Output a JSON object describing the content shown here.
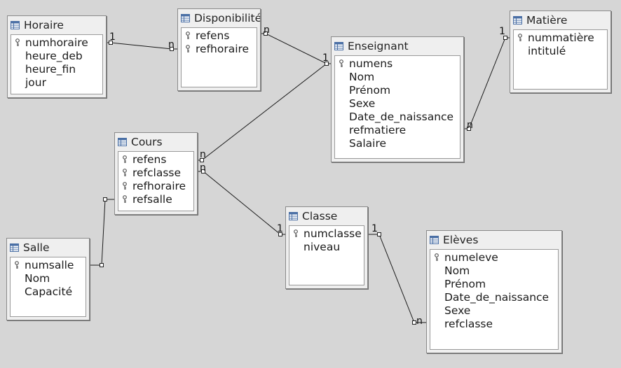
{
  "tables": [
    {
      "id": "horaire",
      "title": "Horaire",
      "fields": [
        {
          "name": "numhoraire",
          "key": true
        },
        {
          "name": "heure_deb",
          "key": false
        },
        {
          "name": "heure_fin",
          "key": false
        },
        {
          "name": "jour",
          "key": false
        }
      ]
    },
    {
      "id": "disponibilite",
      "title": "Disponibilité",
      "fields": [
        {
          "name": "refens",
          "key": true
        },
        {
          "name": "refhoraire",
          "key": true
        }
      ]
    },
    {
      "id": "enseignant",
      "title": "Enseignant",
      "fields": [
        {
          "name": "numens",
          "key": true
        },
        {
          "name": "Nom",
          "key": false
        },
        {
          "name": "Prénom",
          "key": false
        },
        {
          "name": "Sexe",
          "key": false
        },
        {
          "name": "Date_de_naissance",
          "key": false
        },
        {
          "name": "refmatiere",
          "key": false
        },
        {
          "name": "Salaire",
          "key": false
        }
      ]
    },
    {
      "id": "matiere",
      "title": "Matière",
      "fields": [
        {
          "name": "nummatière",
          "key": true
        },
        {
          "name": "intitulé",
          "key": false
        }
      ]
    },
    {
      "id": "cours",
      "title": "Cours",
      "fields": [
        {
          "name": "refens",
          "key": true
        },
        {
          "name": "refclasse",
          "key": true
        },
        {
          "name": "refhoraire",
          "key": true
        },
        {
          "name": "refsalle",
          "key": true
        }
      ]
    },
    {
      "id": "salle",
      "title": "Salle",
      "fields": [
        {
          "name": "numsalle",
          "key": true
        },
        {
          "name": "Nom",
          "key": false
        },
        {
          "name": "Capacité",
          "key": false
        }
      ]
    },
    {
      "id": "classe",
      "title": "Classe",
      "fields": [
        {
          "name": "numclasse",
          "key": true
        },
        {
          "name": "niveau",
          "key": false
        }
      ]
    },
    {
      "id": "eleves",
      "title": "Elèves",
      "fields": [
        {
          "name": "numeleve",
          "key": true
        },
        {
          "name": "Nom",
          "key": false
        },
        {
          "name": "Prénom",
          "key": false
        },
        {
          "name": "Date_de_naissance",
          "key": false
        },
        {
          "name": "Sexe",
          "key": false
        },
        {
          "name": "refclasse",
          "key": false
        }
      ]
    }
  ],
  "relations": [
    {
      "from": "horaire",
      "to": "disponibilite",
      "from_card": "1",
      "to_card": "n"
    },
    {
      "from": "enseignant",
      "to": "disponibilite",
      "from_card": "1",
      "to_card": "n"
    },
    {
      "from": "matiere",
      "to": "enseignant",
      "from_card": "1",
      "to_card": "n"
    },
    {
      "from": "enseignant",
      "to": "cours",
      "from_card": "1",
      "to_card": "n"
    },
    {
      "from": "classe",
      "to": "cours",
      "from_card": "1",
      "to_card": "n"
    },
    {
      "from": "salle",
      "to": "cours",
      "from_card": "",
      "to_card": ""
    },
    {
      "from": "classe",
      "to": "eleves",
      "from_card": "1",
      "to_card": "n"
    }
  ],
  "colors": {
    "background": "#d6d6d6",
    "table_frame": "#efefef",
    "field_area": "#ffffff",
    "line": "#1a1a1a",
    "icon_blue": "#4a6fa5"
  }
}
